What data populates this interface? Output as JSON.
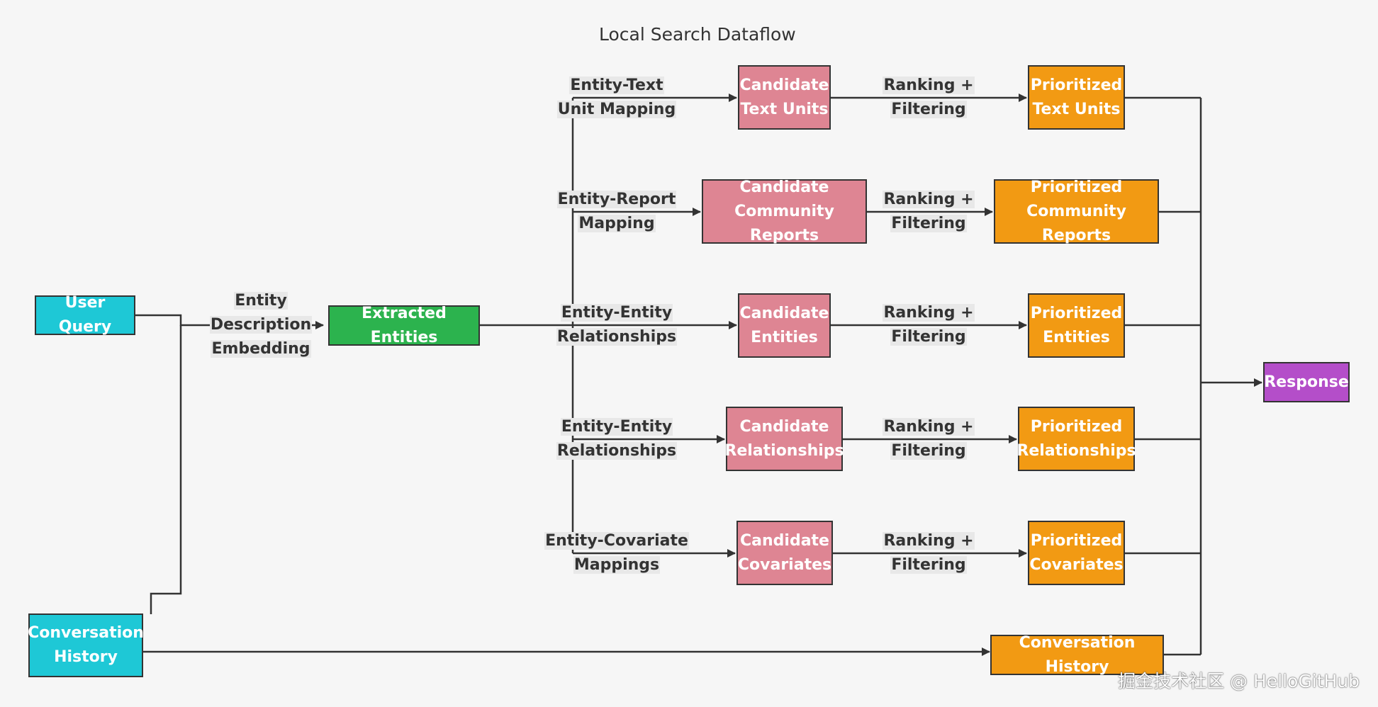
{
  "title": "Local Search Dataflow",
  "nodes": {
    "user_query": "User Query",
    "conversation_history_input": [
      "Conversation",
      "History"
    ],
    "extracted_entities": "Extracted Entities",
    "candidate_text_units": [
      "Candidate",
      "Text Units"
    ],
    "candidate_community_reports": [
      "Candidate",
      "Community Reports"
    ],
    "candidate_entities": [
      "Candidate",
      "Entities"
    ],
    "candidate_relationships": [
      "Candidate",
      "Relationships"
    ],
    "candidate_covariates": [
      "Candidate",
      "Covariates"
    ],
    "prioritized_text_units": [
      "Prioritized",
      "Text Units"
    ],
    "prioritized_community_reports": [
      "Prioritized",
      "Community Reports"
    ],
    "prioritized_entities": [
      "Prioritized",
      "Entities"
    ],
    "prioritized_relationships": [
      "Prioritized",
      "Relationships"
    ],
    "prioritized_covariates": [
      "Prioritized",
      "Covariates"
    ],
    "conversation_history_output": "Conversation History",
    "response": "Response"
  },
  "edge_labels": {
    "entity_description_embedding": [
      "Entity",
      "Description",
      "Embedding"
    ],
    "entity_text_unit_mapping": [
      "Entity-Text",
      "Unit Mapping"
    ],
    "entity_report_mapping": [
      "Entity-Report",
      "Mapping"
    ],
    "entity_entity_relationships_1": [
      "Entity-Entity",
      "Relationships"
    ],
    "entity_entity_relationships_2": [
      "Entity-Entity",
      "Relationships"
    ],
    "entity_covariate_mappings": [
      "Entity-Covariate",
      "Mappings"
    ],
    "ranking_filtering": [
      "Ranking +",
      "Filtering"
    ]
  },
  "colors": {
    "input": "#1ec8d6",
    "extracted": "#2cb34e",
    "candidate": "#de8593",
    "prioritized": "#f29a13",
    "response": "#b44ec9",
    "edge": "#333333"
  },
  "watermark": "掘金技术社区 @ HelloGitHub"
}
